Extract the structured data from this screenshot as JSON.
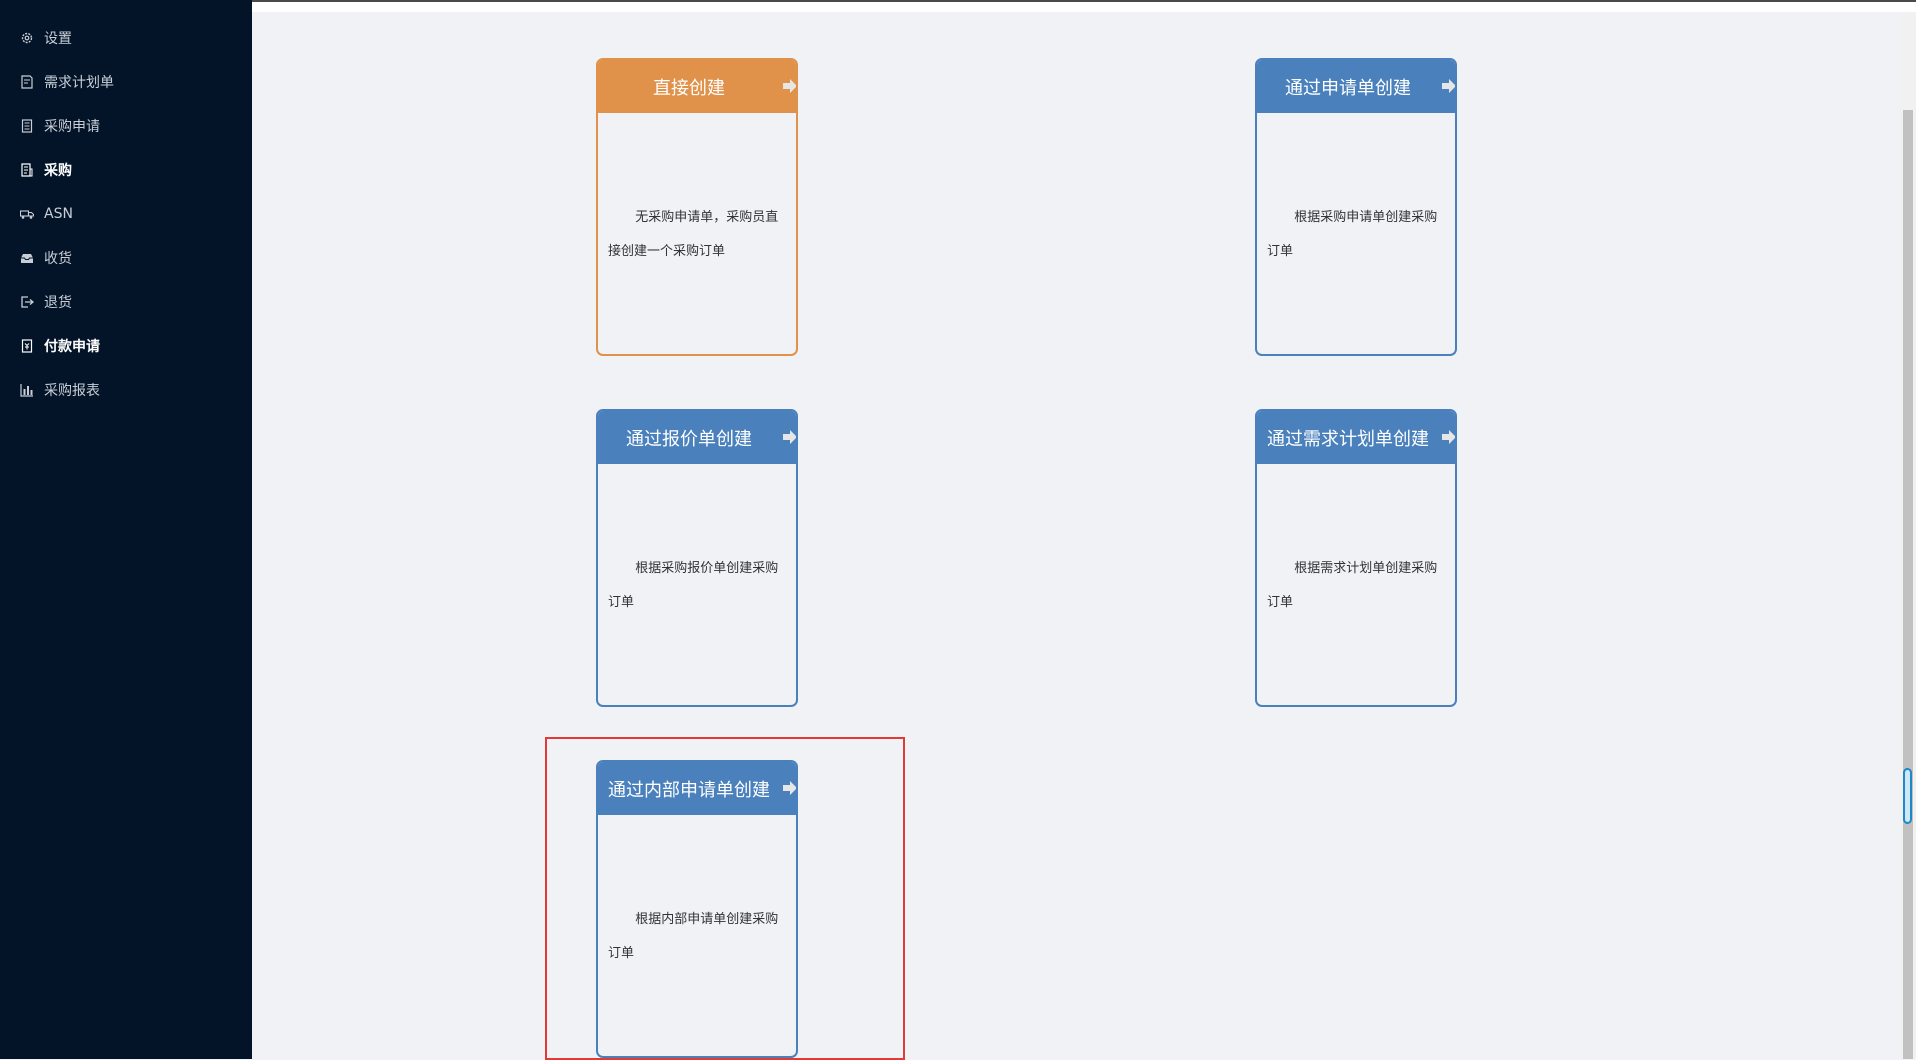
{
  "sidebar": {
    "items": [
      {
        "label": "设置",
        "icon": "gear-icon",
        "bold": false
      },
      {
        "label": "需求计划单",
        "icon": "plan-doc-icon",
        "bold": false
      },
      {
        "label": "采购申请",
        "icon": "request-doc-icon",
        "bold": false
      },
      {
        "label": "采购",
        "icon": "purchase-doc-icon",
        "bold": true
      },
      {
        "label": "ASN",
        "icon": "truck-icon",
        "bold": false
      },
      {
        "label": "收货",
        "icon": "inbox-icon",
        "bold": false
      },
      {
        "label": "退货",
        "icon": "return-icon",
        "bold": false
      },
      {
        "label": "付款申请",
        "icon": "payment-doc-icon",
        "bold": true
      },
      {
        "label": "采购报表",
        "icon": "bar-chart-icon",
        "bold": false
      }
    ]
  },
  "cards": [
    {
      "title": "直接创建",
      "desc": "无采购申请单，采购员直接创建一个采购订单",
      "color": "#e0924a"
    },
    {
      "title": "通过申请单创建",
      "desc": "根据采购申请单创建采购订单",
      "color": "#4a81bd"
    },
    {
      "title": "通过报价单创建",
      "desc": "根据采购报价单创建采购订单",
      "color": "#4a81bd"
    },
    {
      "title": "通过需求计划单创建",
      "desc": "根据需求计划单创建采购订单",
      "color": "#4a81bd"
    },
    {
      "title": "通过内部申请单创建",
      "desc": "根据内部申请单创建采购订单",
      "color": "#4a81bd"
    }
  ],
  "colors": {
    "sidebar_bg": "#031429",
    "accent_blue": "#4a81bd",
    "accent_orange": "#e0924a",
    "highlight": "#e53935"
  }
}
